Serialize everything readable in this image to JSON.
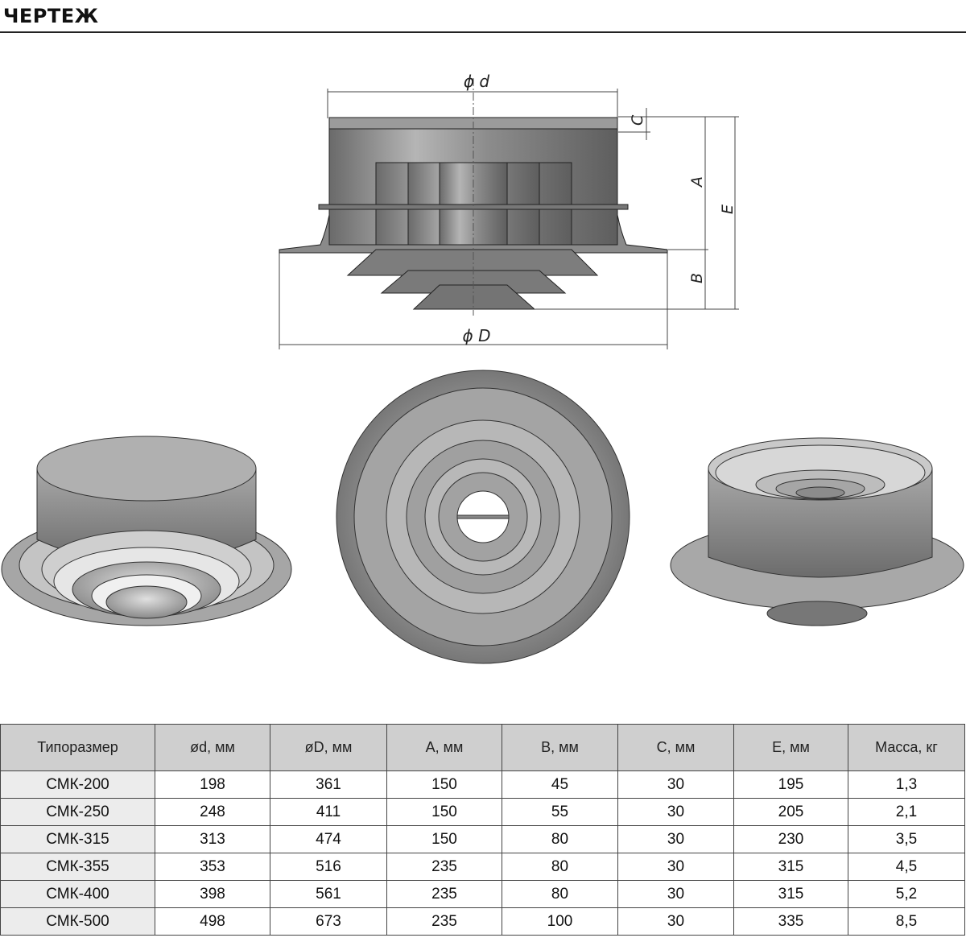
{
  "header": {
    "title": "ЧЕРТЕЖ"
  },
  "dimensions": {
    "d": "ϕ d",
    "D": "ϕ D",
    "A": "A",
    "B": "B",
    "C": "C",
    "E": "E"
  },
  "table": {
    "headers": [
      "Типоразмер",
      "ød, мм",
      "øD, мм",
      "A, мм",
      "B, мм",
      "C, мм",
      "E, мм",
      "Масса, кг"
    ],
    "rows": [
      [
        "СМК-200",
        "198",
        "361",
        "150",
        "45",
        "30",
        "195",
        "1,3"
      ],
      [
        "СМК-250",
        "248",
        "411",
        "150",
        "55",
        "30",
        "205",
        "2,1"
      ],
      [
        "СМК-315",
        "313",
        "474",
        "150",
        "80",
        "30",
        "230",
        "3,5"
      ],
      [
        "СМК-355",
        "353",
        "516",
        "235",
        "80",
        "30",
        "315",
        "4,5"
      ],
      [
        "СМК-400",
        "398",
        "561",
        "235",
        "80",
        "30",
        "315",
        "5,2"
      ],
      [
        "СМК-500",
        "498",
        "673",
        "235",
        "100",
        "30",
        "335",
        "8,5"
      ]
    ]
  },
  "colors": {
    "metal": "#9a9a9a",
    "metal_dark": "#6e6e6e",
    "metal_light": "#c8c8c8",
    "header_bg": "#cfcfcf",
    "name_bg": "#ececec"
  }
}
